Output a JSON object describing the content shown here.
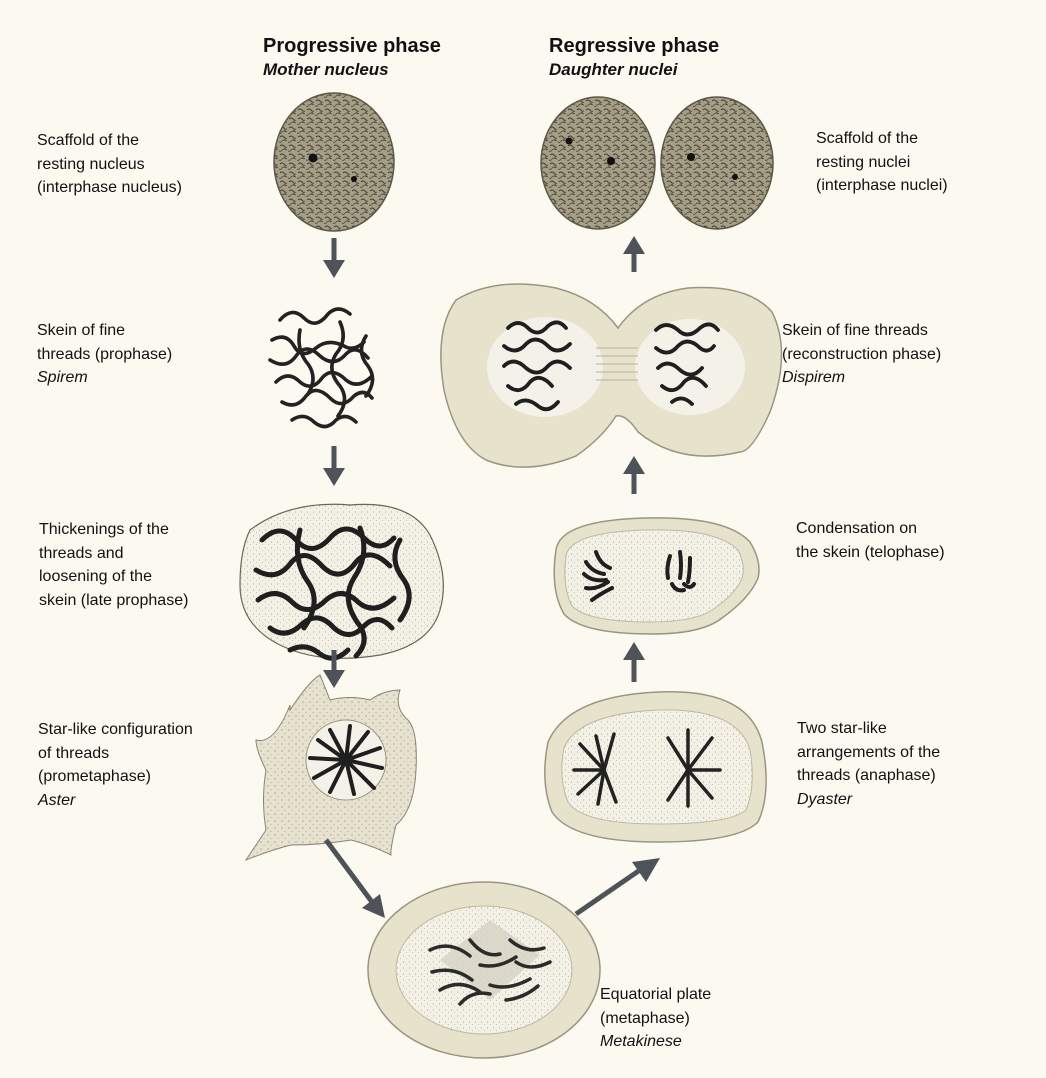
{
  "headers": {
    "progressive": {
      "title": "Progressive phase",
      "subtitle": "Mother nucleus"
    },
    "regressive": {
      "title": "Regressive phase",
      "subtitle": "Daughter nuclei"
    }
  },
  "labels": {
    "interphase_left": {
      "lines": [
        "Scaffold of the",
        "resting nucleus",
        "(interphase nucleus)"
      ]
    },
    "prophase": {
      "lines": [
        "Skein of fine",
        "threads (prophase)"
      ],
      "term": "Spirem"
    },
    "late_prophase": {
      "lines": [
        "Thickenings of the",
        "threads and",
        "loosening of the",
        "skein (late prophase)"
      ]
    },
    "prometaphase": {
      "lines": [
        "Star-like configuration",
        "of threads",
        "(prometaphase)"
      ],
      "term": "Aster"
    },
    "metaphase": {
      "lines": [
        "Equatorial plate",
        "(metaphase)"
      ],
      "term": "Metakinese"
    },
    "interphase_right": {
      "lines": [
        "Scaffold of the",
        "resting nuclei",
        "(interphase nuclei)"
      ]
    },
    "reconstruction": {
      "lines": [
        "Skein of fine threads",
        "(reconstruction phase)"
      ],
      "term": "Dispirem"
    },
    "telophase": {
      "lines": [
        "Condensation on",
        "the skein (telophase)"
      ]
    },
    "anaphase": {
      "lines": [
        "Two star-like",
        "arrangements of the",
        "threads (anaphase)"
      ],
      "term": "Dyaster"
    }
  },
  "colors": {
    "background": "#fcf9f1",
    "arrow": "#4d5358",
    "cytoplasm": "#e3dfcb",
    "nucleus_fill": "#a8a188",
    "chromatin": "#2a2a2a"
  }
}
